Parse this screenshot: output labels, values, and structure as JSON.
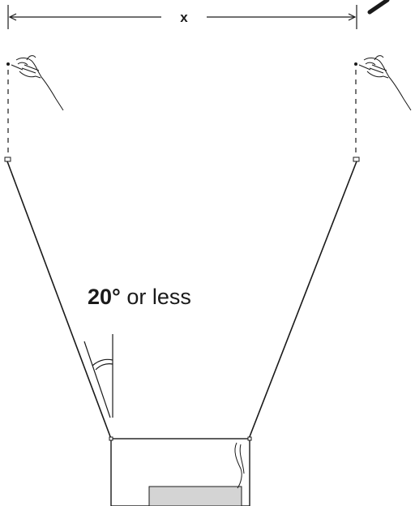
{
  "dimension": {
    "label": "x"
  },
  "angle_note": {
    "value": "20°",
    "suffix": " or less"
  },
  "icons": [
    "hand-marking-icon",
    "pencil-icon",
    "anchor-mount-icon",
    "bracket-icon",
    "angle-arc-icon"
  ],
  "colors": {
    "line": "#1a1a1a",
    "bracket_fill": "#d4d4d4"
  }
}
